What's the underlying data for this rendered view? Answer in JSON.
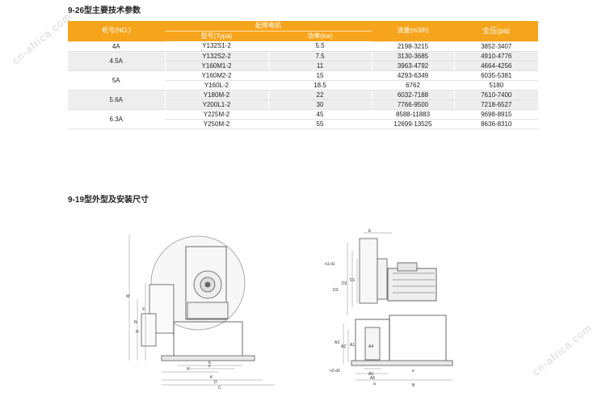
{
  "table_heading": "9-26型主要技术参数",
  "drawing_heading": "9-19型外型及安装尺寸",
  "watermark": "cn-africa.com",
  "colors": {
    "header_bg": "#f6a41b",
    "alt_row_bg": "#eeeeee"
  },
  "table": {
    "headers": {
      "machine_no": "机号(NO.)",
      "motor": "配用电机",
      "model": "型号(Typa)",
      "power": "功率(kw)",
      "flow": "流量(m3/h)",
      "pressure": "全压(pa)"
    },
    "groups": [
      {
        "machine": "4A",
        "rows": [
          {
            "model": "Y132S1-2",
            "power": "5.5",
            "flow": "2198-3215",
            "pressure": "3852-3407"
          }
        ]
      },
      {
        "machine": "4.5A",
        "rows": [
          {
            "model": "Y132S2-2",
            "power": "7.5",
            "flow": "3130-3685",
            "pressure": "4910-4776"
          },
          {
            "model": "Y160M1-2",
            "power": "11",
            "flow": "3963-4792",
            "pressure": "4664-4256"
          }
        ]
      },
      {
        "machine": "5A",
        "rows": [
          {
            "model": "Y160M2-2",
            "power": "15",
            "flow": "4293-6349",
            "pressure": "6035-5381"
          },
          {
            "model": "Y160L-2",
            "power": "18.5",
            "flow": "6762",
            "pressure": "5180"
          }
        ]
      },
      {
        "machine": "5.6A",
        "rows": [
          {
            "model": "Y180M-2",
            "power": "22",
            "flow": "6032-7188",
            "pressure": "7610-7400"
          },
          {
            "model": "Y200L1-2",
            "power": "30",
            "flow": "7766-9500",
            "pressure": "7218-6527"
          }
        ]
      },
      {
        "machine": "6.3A",
        "rows": [
          {
            "model": "Y225M-2",
            "power": "45",
            "flow": "8588-11883",
            "pressure": "9698-8915"
          },
          {
            "model": "Y250M-2",
            "power": "55",
            "flow": "12699-13525",
            "pressure": "8636-8310"
          }
        ]
      }
    ]
  },
  "drawing_labels": {
    "left": {
      "M": "M",
      "N": "N",
      "X": "X",
      "H": "H",
      "b": "b",
      "e": "e",
      "F": "F",
      "K": "K",
      "D": "D",
      "C": "C"
    },
    "right": {
      "E": "E",
      "n1": "n1-d1",
      "D3": "D3",
      "D2": "D2",
      "D1": "D1",
      "A3": "A3",
      "A2": "A2",
      "A1": "A1",
      "A4": "A4",
      "n2": "n2-d2",
      "A5": "A5",
      "A6": "A6",
      "a": "a",
      "e": "e",
      "B": "B"
    }
  }
}
